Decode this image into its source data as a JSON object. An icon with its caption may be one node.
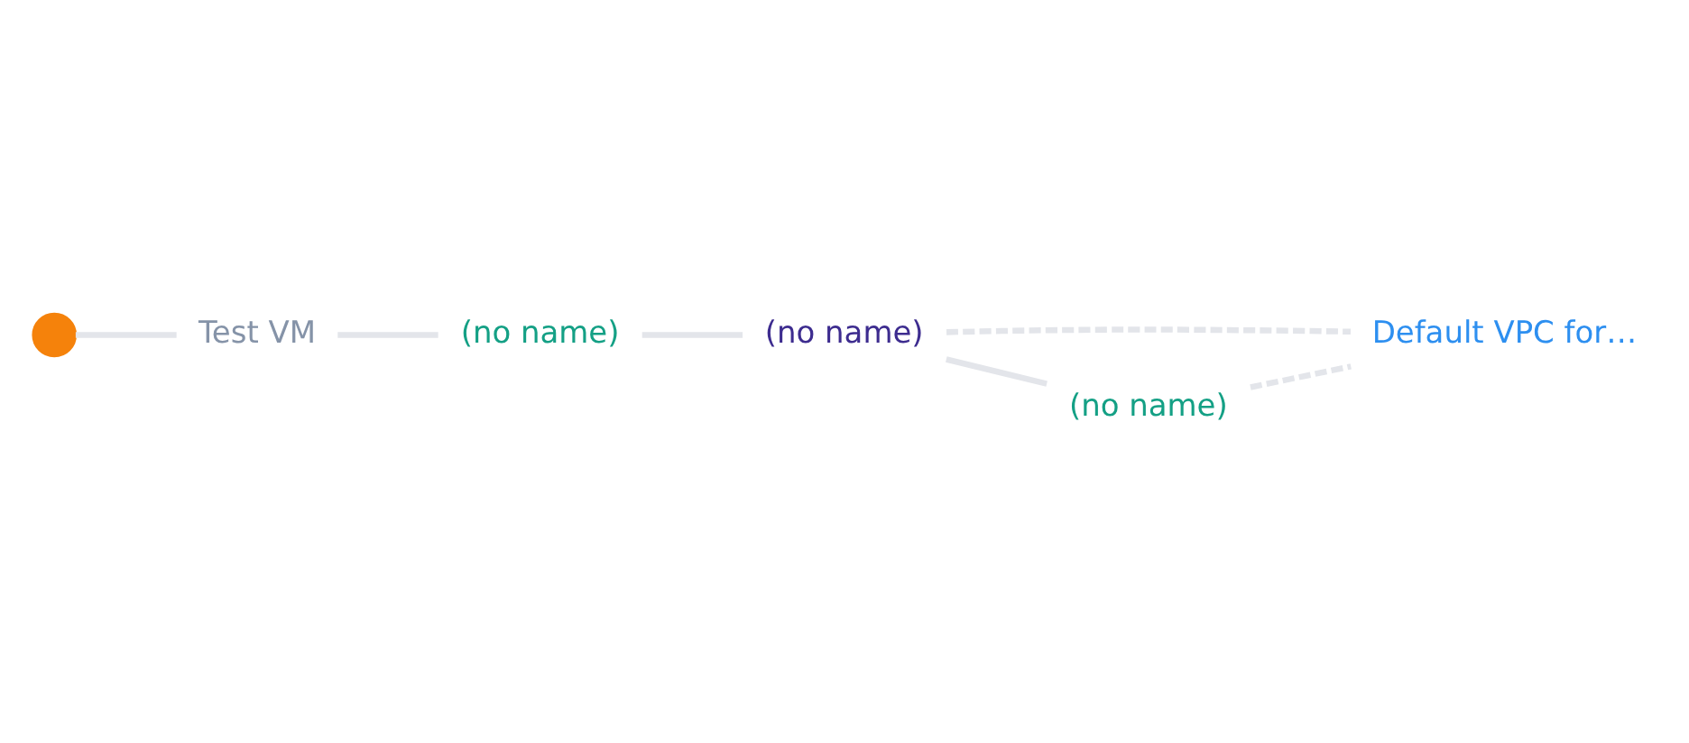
{
  "diagram": {
    "nodes": [
      {
        "text": [],
        "shape": "circle"
      },
      {
        "text": [
          "Test VM"
        ]
      },
      {
        "text": [
          "(no name)"
        ]
      },
      {
        "text": [
          "(no name)"
        ]
      },
      {
        "text": [
          "Default VPC for…"
        ]
      },
      {
        "text": [
          "(no name)"
        ]
      }
    ],
    "edges": [
      {
        "from": 0,
        "to": 1,
        "arrow": "none"
      },
      {
        "from": 1,
        "to": 2,
        "arrow": "none"
      },
      {
        "from": 2,
        "to": 3,
        "arrow": "none"
      },
      {
        "from": 3,
        "to": 4,
        "arrow": "none",
        "style": "dashed"
      },
      {
        "from": 3,
        "to": 5,
        "arrow": "none"
      },
      {
        "from": 5,
        "to": 4,
        "arrow": "none",
        "style": "dashed"
      }
    ]
  }
}
